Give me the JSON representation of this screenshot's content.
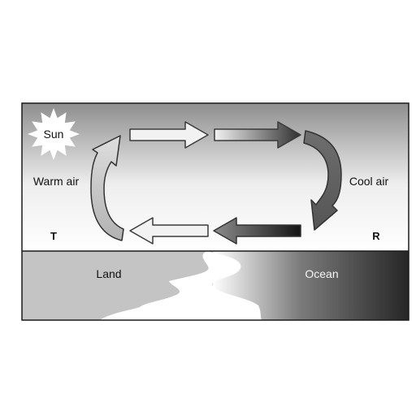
{
  "labels": {
    "sun": "Sun",
    "warm_air": "Warm air",
    "cool_air": "Cool air",
    "point_left": "T",
    "point_right": "R",
    "land": "Land",
    "ocean": "Ocean"
  },
  "colors": {
    "frame": "#1a1a1a",
    "sky_dark": "#8e8e8e",
    "sky_light": "#ffffff",
    "land": "#c4c4c4",
    "shore": "#ffffff",
    "ocean_dark": "#262626",
    "arrow_light": "#f2f2f2",
    "arrow_mid": "#9a9a9a",
    "arrow_dark": "#3a3a3a"
  }
}
